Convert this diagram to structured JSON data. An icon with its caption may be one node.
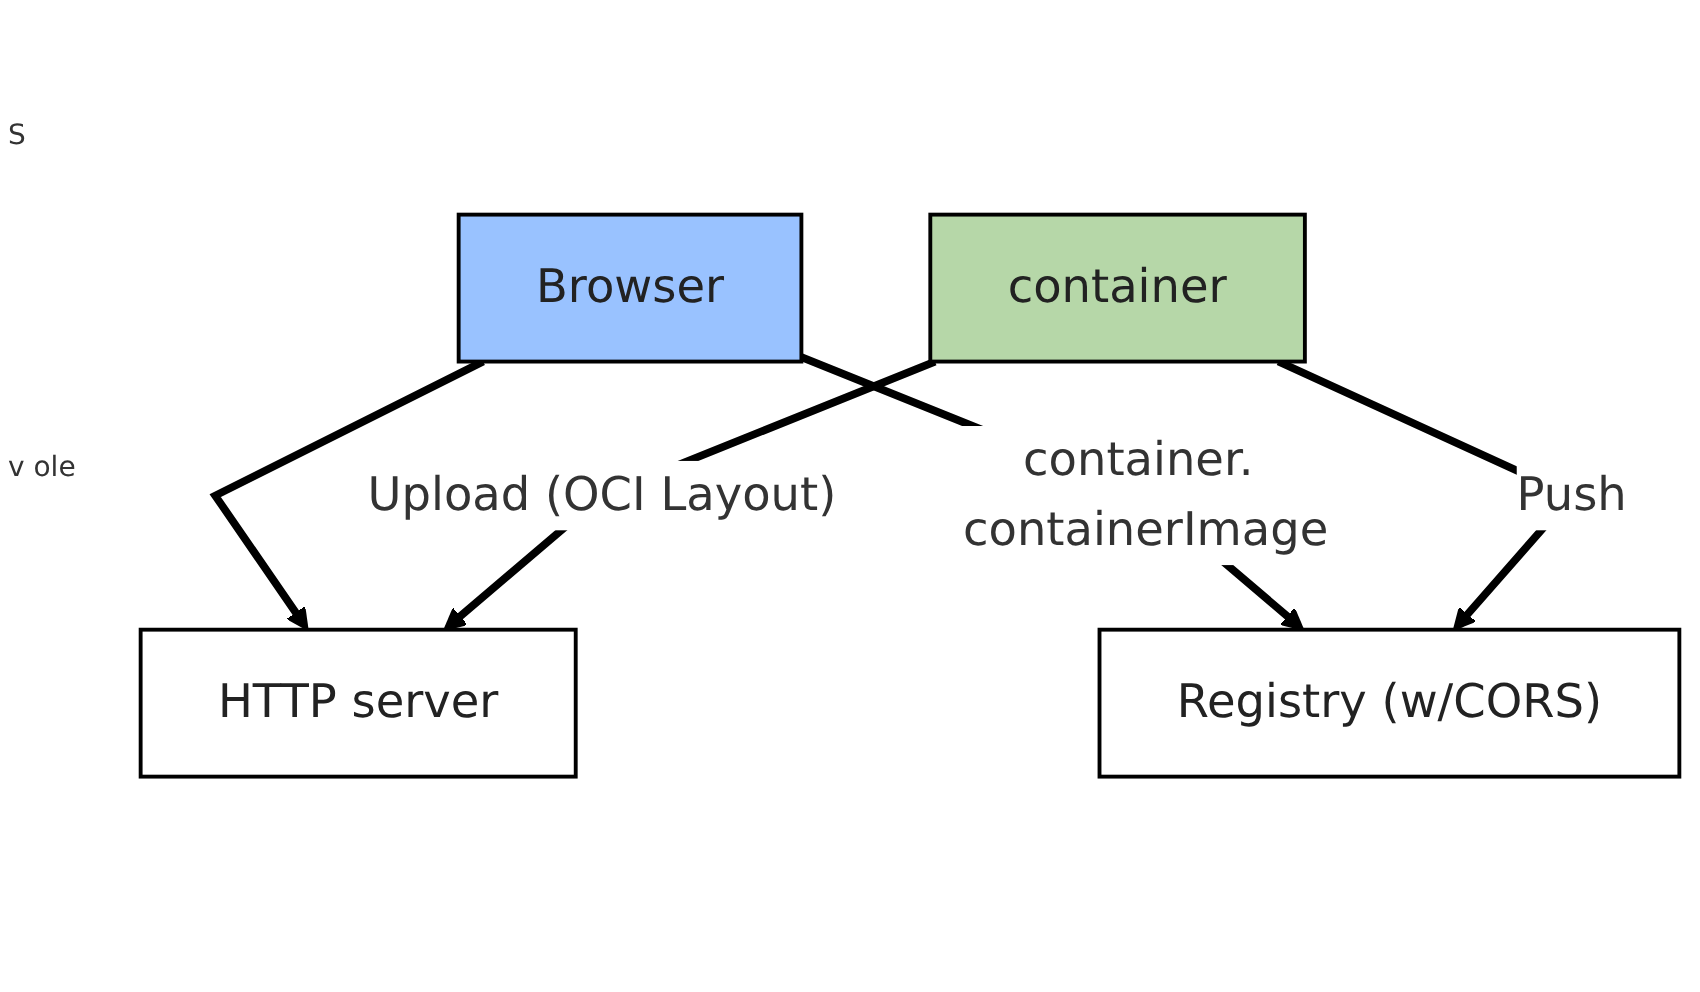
{
  "diagram": {
    "nodes": [
      {
        "text": [
          "Browser"
        ]
      },
      {
        "text": [
          "HTTP server"
        ]
      },
      {
        "text": [
          "Registry (w/CORS)"
        ]
      },
      {
        "text": [
          "container"
        ]
      }
    ],
    "edges": [
      {
        "from": 0,
        "to": 1,
        "arrow": "to"
      },
      {
        "from": 0,
        "to": 2,
        "arrow": "to",
        "label": "container. containerImage"
      },
      {
        "from": 3,
        "to": 1,
        "arrow": "to",
        "label": "Upload (OCI Layout)"
      },
      {
        "from": 3,
        "to": 2,
        "arrow": "to",
        "label": "Push"
      }
    ],
    "labels": [
      "S",
      "v ole"
    ]
  }
}
